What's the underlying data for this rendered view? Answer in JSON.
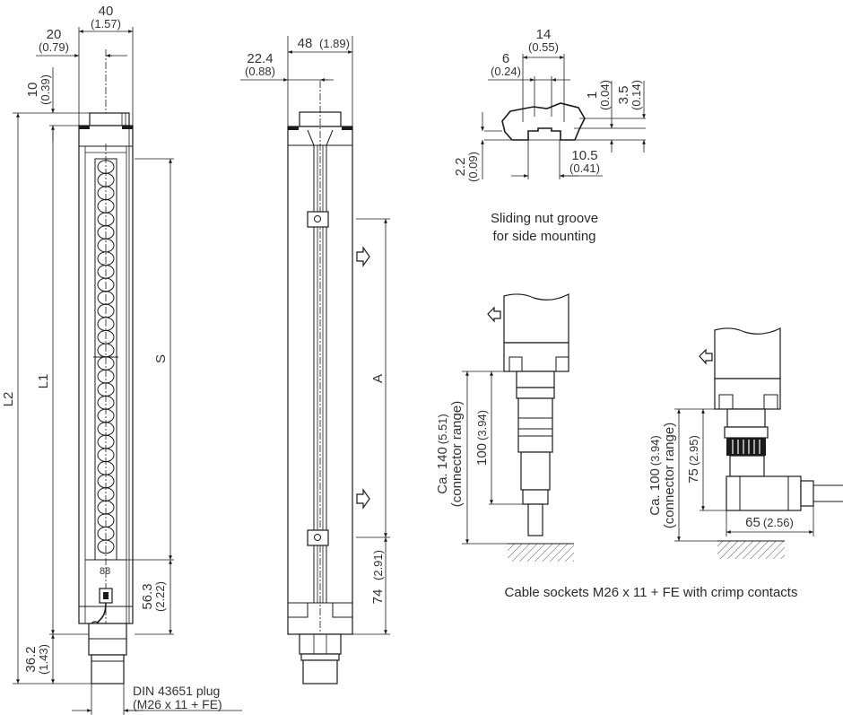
{
  "front_view": {
    "width_mm": "40",
    "width_in": "(1.57)",
    "half_width_mm": "20",
    "half_width_in": "(0.79)",
    "top_offset_mm": "10",
    "top_offset_in": "(0.39)",
    "label_L2": "L2",
    "label_L1": "L1",
    "label_S": "S",
    "bottom_mm": "56.3",
    "bottom_in": "(2.22)",
    "plug_mm": "36.2",
    "plug_in": "(1.43)",
    "plug_label_line1": "DIN 43651 plug",
    "plug_label_line2": "(M26 x 11 + FE)"
  },
  "side_view": {
    "width_mm": "48",
    "width_in": "(1.89)",
    "offset_mm": "22.4",
    "offset_in": "(0.88)",
    "label_A": "A",
    "bottom_mm": "74",
    "bottom_in": "(2.91)"
  },
  "groove_detail": {
    "outer_mm": "14",
    "outer_in": "(0.55)",
    "inner_mm": "6",
    "inner_in": "(0.24)",
    "depth1_mm": "1",
    "depth1_in": "(0.04)",
    "depth2_mm": "3.5",
    "depth2_in": "(0.14)",
    "height_mm": "2.2",
    "height_in": "(0.09)",
    "slot_mm": "10.5",
    "slot_in": "(0.41)",
    "caption_line1": "Sliding nut groove",
    "caption_line2": "for side mounting"
  },
  "cable_sockets": {
    "straight": {
      "range_mm": "Ca. 140",
      "range_in": "(5.51)",
      "range_note": "(connector range)",
      "length_mm": "100",
      "length_in": "(3.94)"
    },
    "angled": {
      "range_mm": "Ca. 100",
      "range_in": "(3.94)",
      "range_note": "(connector range)",
      "length_mm": "75",
      "length_in": "(2.95)",
      "width_mm": "65",
      "width_in": "(2.56)"
    },
    "caption": "Cable sockets M26 x 11 + FE with crimp contacts"
  }
}
